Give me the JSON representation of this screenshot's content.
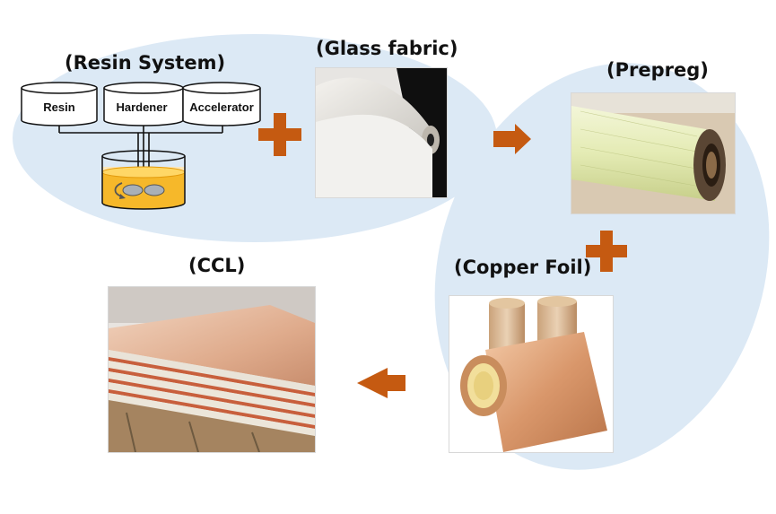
{
  "resin_system": {
    "title": "(Resin System)",
    "components": [
      "Resin",
      "Hardener",
      "Accelerator"
    ]
  },
  "glass_fabric": {
    "title": "(Glass fabric)"
  },
  "prepreg": {
    "title": "(Prepreg)"
  },
  "copper_foil": {
    "title": "(Copper Foil)"
  },
  "ccl": {
    "title": "(CCL)"
  },
  "colors": {
    "bubble": "#dce9f5",
    "arrow": "#c55a11",
    "mixture": "#f5b21b"
  }
}
